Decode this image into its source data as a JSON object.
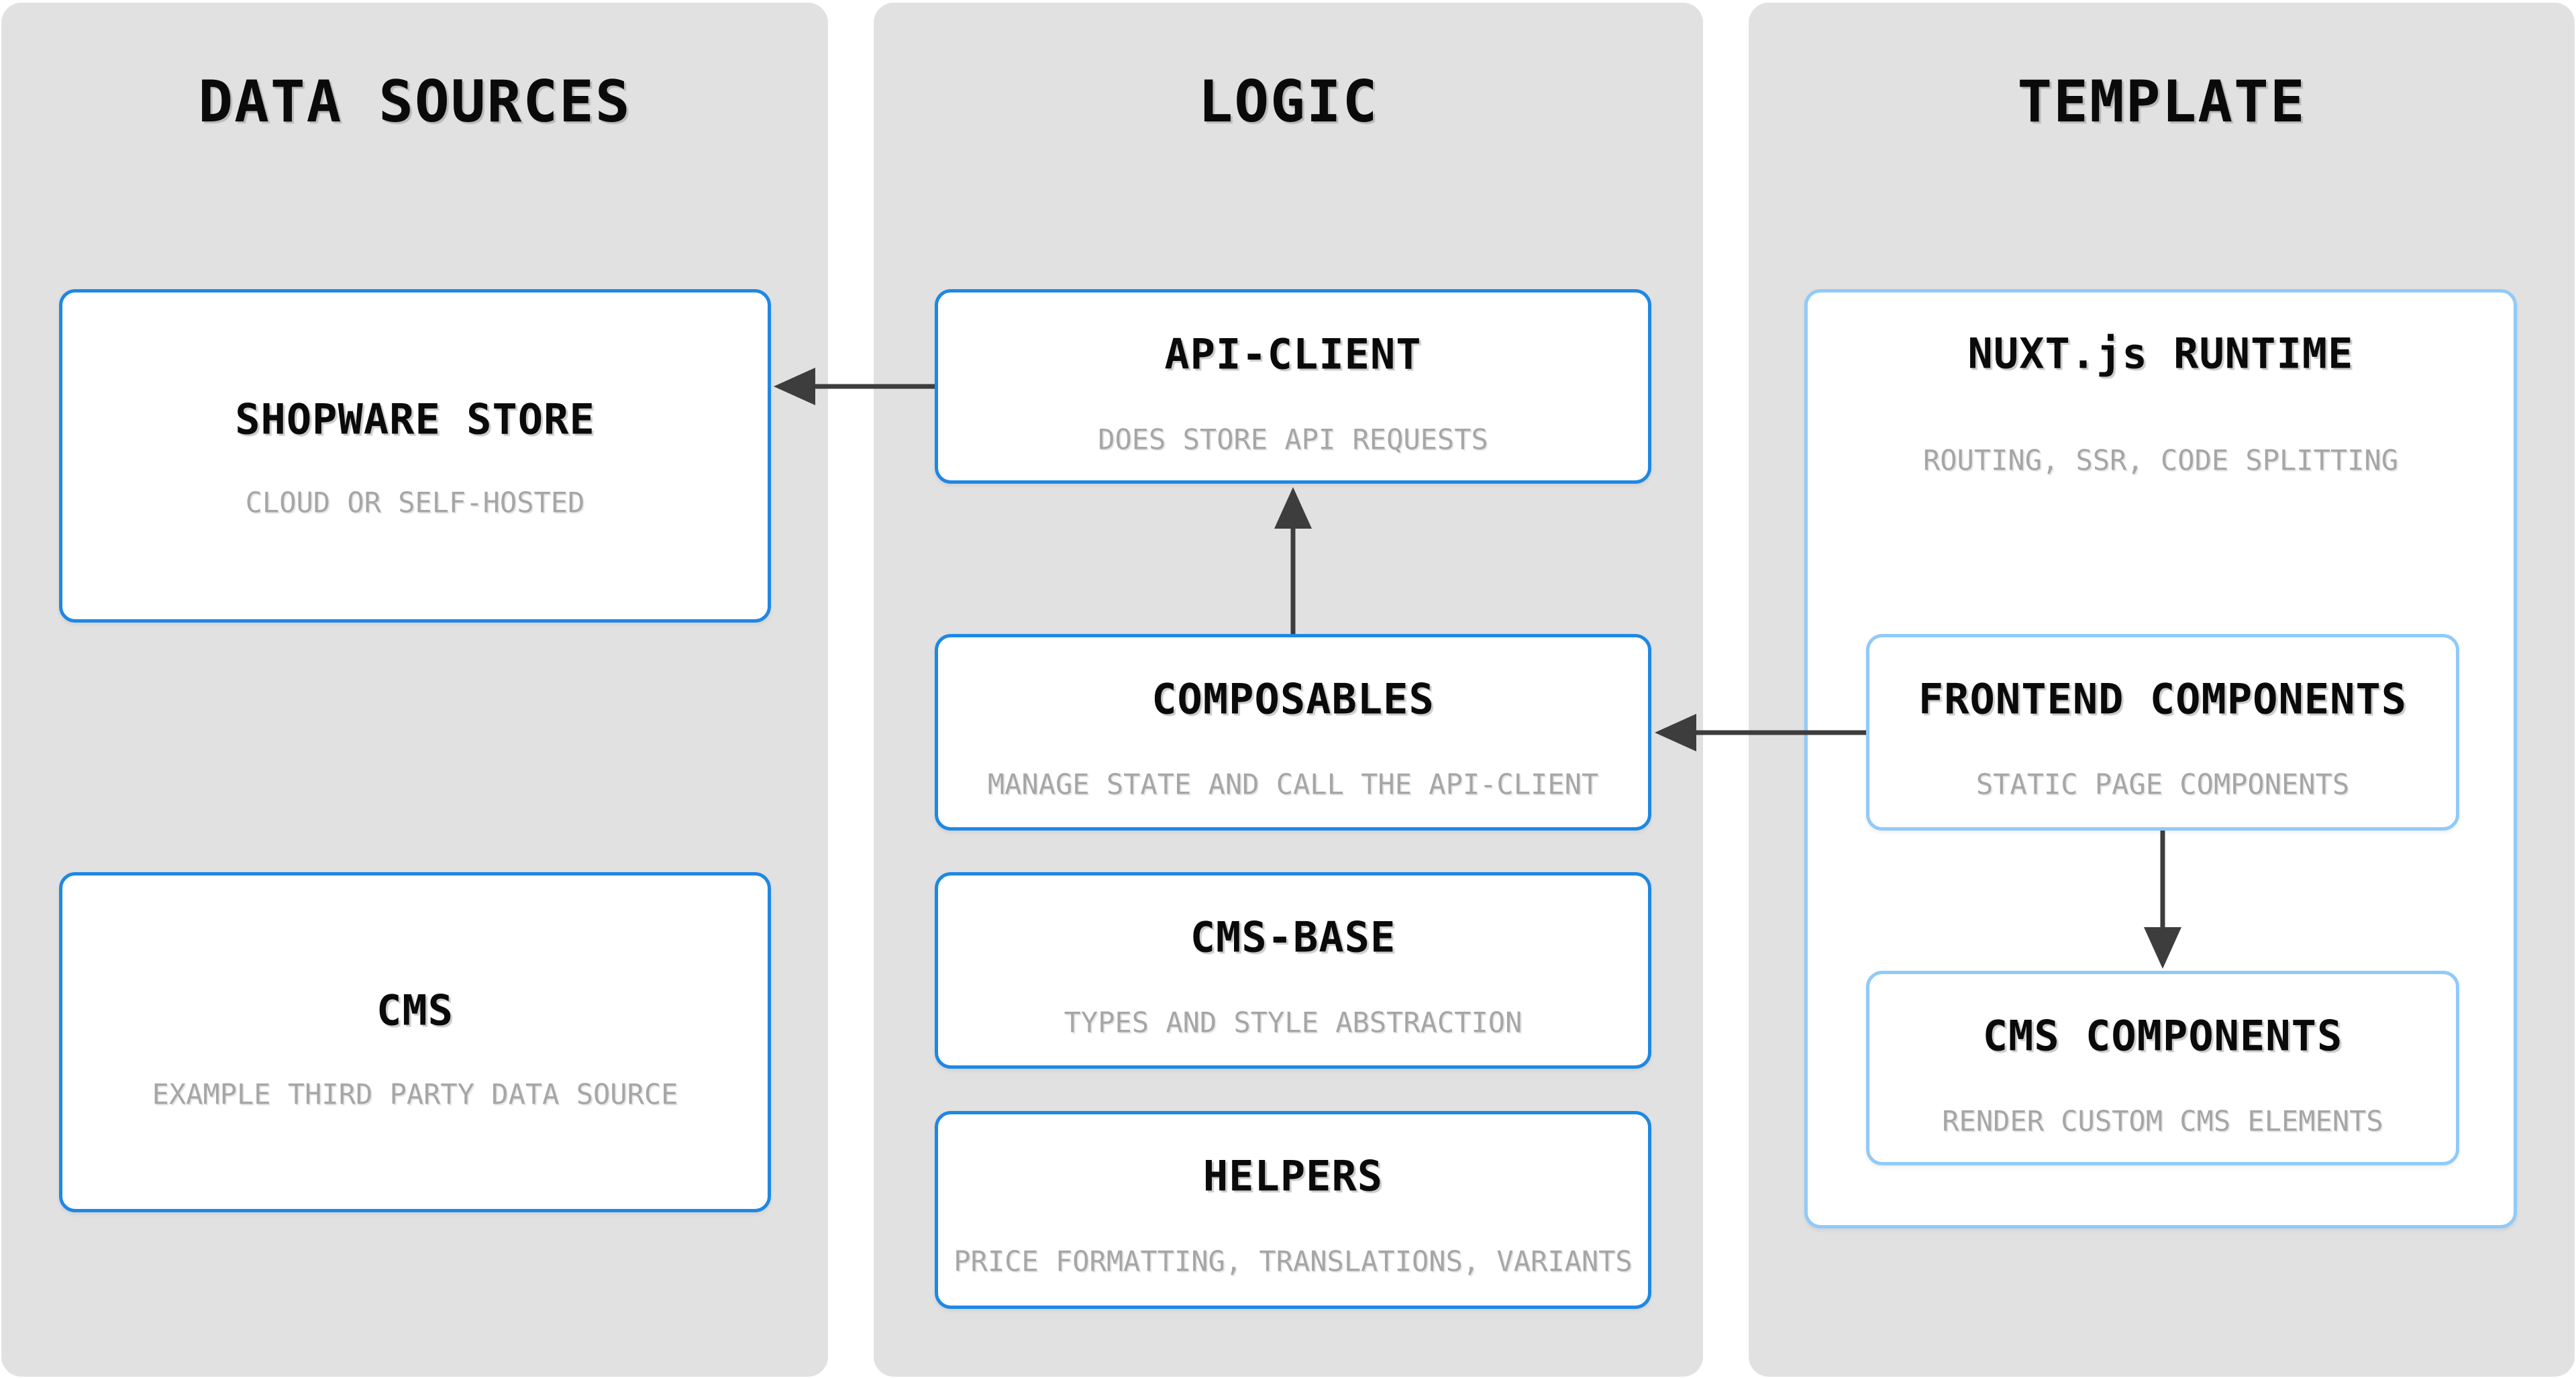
{
  "diagram_title": "",
  "columns": [
    {
      "title": "DATA SOURCES",
      "boxes": [
        {
          "title": "SHOPWARE STORE",
          "subtitle": "CLOUD OR SELF-HOSTED"
        },
        {
          "title": "CMS",
          "subtitle": "EXAMPLE THIRD PARTY DATA SOURCE"
        }
      ]
    },
    {
      "title": "LOGIC",
      "boxes": [
        {
          "title": "API-CLIENT",
          "subtitle": "DOES STORE API REQUESTS"
        },
        {
          "title": "COMPOSABLES",
          "subtitle": "MANAGE STATE AND CALL THE API-CLIENT"
        },
        {
          "title": "CMS-BASE",
          "subtitle": "TYPES AND STYLE ABSTRACTION"
        },
        {
          "title": "HELPERS",
          "subtitle": "PRICE FORMATTING, TRANSLATIONS, VARIANTS"
        }
      ]
    },
    {
      "title": "TEMPLATE",
      "boxes": [
        {
          "title": "NUXT.js RUNTIME",
          "subtitle": "ROUTING, SSR, CODE SPLITTING"
        },
        {
          "title": "FRONTEND COMPONENTS",
          "subtitle": "STATIC PAGE COMPONENTS"
        },
        {
          "title": "CMS COMPONENTS",
          "subtitle": "RENDER CUSTOM CMS ELEMENTS"
        }
      ]
    }
  ],
  "arrows": [
    {
      "from": "API-CLIENT",
      "to": "SHOPWARE STORE",
      "direction": "left"
    },
    {
      "from": "COMPOSABLES",
      "to": "API-CLIENT",
      "direction": "up"
    },
    {
      "from": "FRONTEND COMPONENTS",
      "to": "COMPOSABLES",
      "direction": "left"
    },
    {
      "from": "FRONTEND COMPONENTS",
      "to": "CMS COMPONENTS",
      "direction": "down"
    }
  ],
  "colors": {
    "page_bg": "#ffffff",
    "col_bg": "#e1e1e1",
    "border_primary": "#1e88e5",
    "border_light": "#90caf9",
    "arrow": "#3d3d3d",
    "title": "#0a0a0a",
    "subtitle": "#a6a6a6"
  }
}
